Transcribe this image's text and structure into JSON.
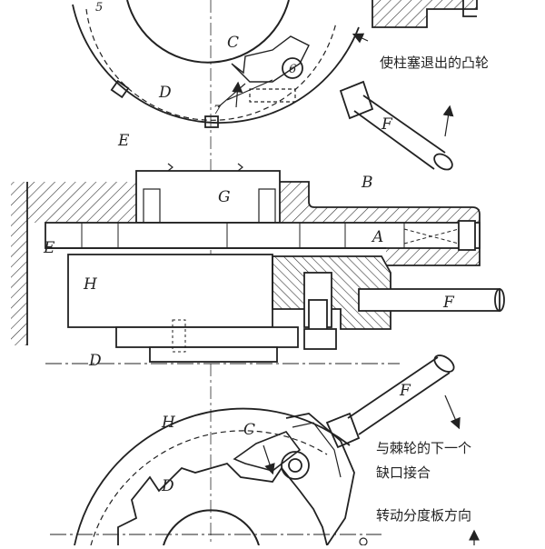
{
  "views": {
    "top": {
      "labels": {
        "C": "C",
        "D": "D",
        "E": "E",
        "F": "F",
        "n5": "5",
        "n6": "6",
        "n7": "7"
      },
      "note": "使柱塞退出的凸轮"
    },
    "middle": {
      "labels": {
        "A": "A",
        "B": "B",
        "E": "E",
        "F": "F",
        "G": "G",
        "H": "H",
        "D": "D"
      }
    },
    "bottom": {
      "labels": {
        "C": "C",
        "D": "D",
        "F": "F",
        "H": "H"
      },
      "note_line1": "与棘轮的下一个",
      "note_line2": "缺口接合",
      "note_direction": "转动分度板方向"
    }
  }
}
